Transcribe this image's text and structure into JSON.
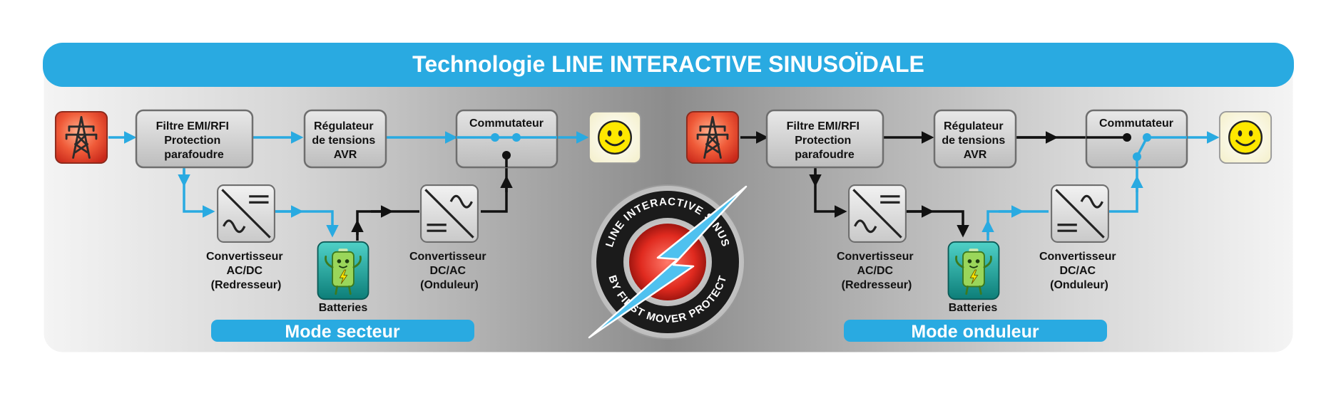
{
  "title": {
    "prefix": "Technologie",
    "main": "LINE INTERACTIVE SINUSOÏDALE"
  },
  "colors": {
    "accent_blue": "#29aae1",
    "flow_black": "#111111",
    "box_gray": "#d4d4d4",
    "pylon_red": "#e84a2e",
    "battery_teal": "#16a19a",
    "smiley_yellow": "#ffe800"
  },
  "icons": {
    "source": "power-pylon-icon",
    "output": "smiley-face-icon",
    "battery": "battery-icon",
    "rectifier": "ac-dc-converter-icon",
    "inverter": "dc-ac-converter-icon",
    "logo": "lightning-bolt-icon"
  },
  "labels": {
    "filter": [
      "Filtre EMI/RFI",
      "Protection",
      "parafoudre"
    ],
    "regulator": [
      "Régulateur",
      "de tensions",
      "AVR"
    ],
    "switch": "Commutateur",
    "rectifier": [
      "Convertisseur",
      "AC/DC",
      "(Redresseur)"
    ],
    "inverter": [
      "Convertisseur",
      "DC/AC",
      "(Onduleur)"
    ],
    "batteries": "Batteries"
  },
  "modes": {
    "left": "Mode secteur",
    "right": "Mode onduleur"
  },
  "logo": {
    "top_text": "LINE INTERACTIVE SINUS",
    "bottom_text": "BY FIRST MOVER PROTECT"
  }
}
